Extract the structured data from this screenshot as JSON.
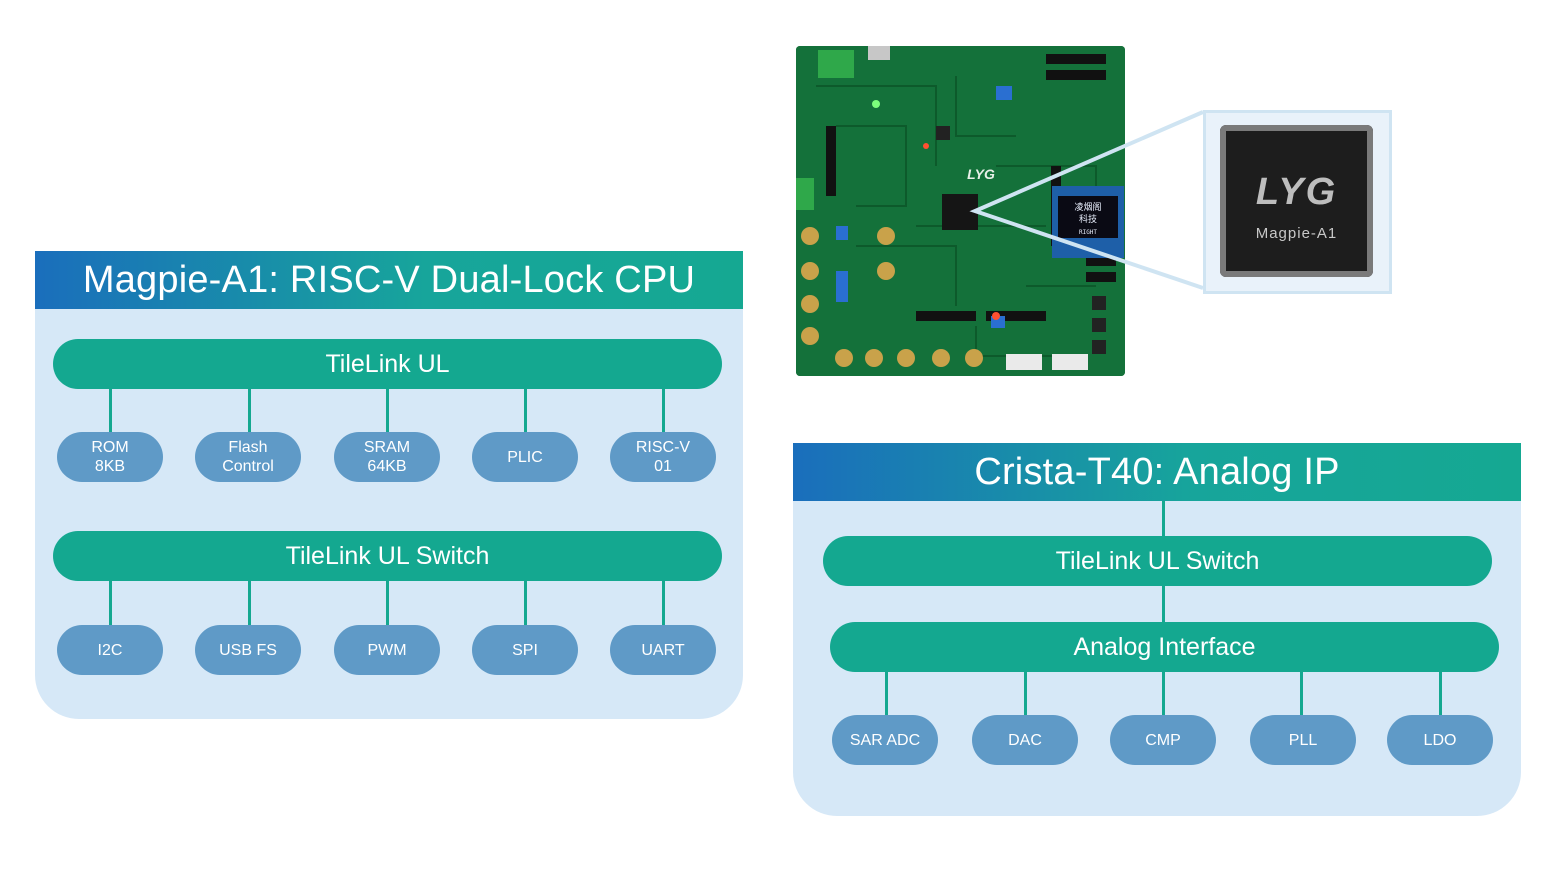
{
  "cpu_panel": {
    "title": "Magpie-A1: RISC-V Dual-Lock CPU",
    "bus1": "TileLink UL",
    "row1": [
      "ROM\n8KB",
      "Flash\nControl",
      "SRAM\n64KB",
      "PLIC",
      "RISC-V\n01"
    ],
    "bus2": "TileLink UL Switch",
    "row2": [
      "I2C",
      "USB FS",
      "PWM",
      "SPI",
      "UART"
    ]
  },
  "analog_panel": {
    "title": "Crista-T40: Analog IP",
    "bus1": "TileLink UL Switch",
    "bus2": "Analog Interface",
    "row": [
      "SAR ADC",
      "DAC",
      "CMP",
      "PLL",
      "LDO"
    ]
  },
  "board_photo": {
    "silkscreen_logo": "LYG",
    "oled_text": "凌烟阁\n科技",
    "oled_sub": "RIGHT"
  },
  "chip_zoom": {
    "logo": "LYG",
    "name": "Magpie-A1"
  },
  "colors": {
    "bus": "#14a890",
    "node": "#5f9ac7",
    "panel_bg": "#d6e8f7",
    "title_gradient_start": "#1a6ebc",
    "title_gradient_end": "#15a892"
  }
}
